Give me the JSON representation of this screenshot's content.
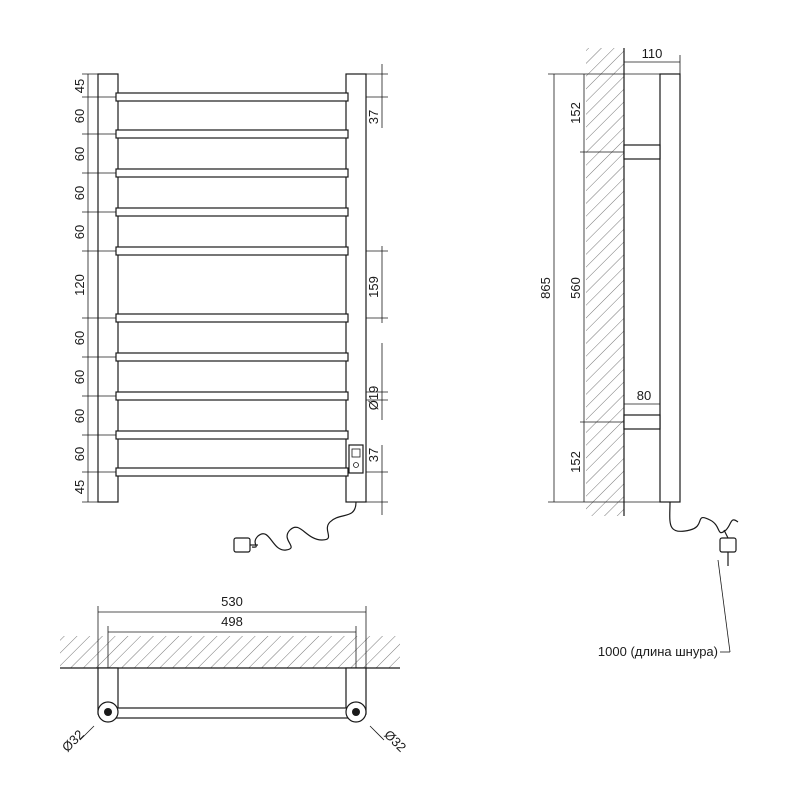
{
  "front_view": {
    "left_dims": [
      "45",
      "60",
      "60",
      "60",
      "60",
      "120",
      "60",
      "60",
      "60",
      "60",
      "45"
    ],
    "right_dims": {
      "top_offset": "37",
      "middle_gap": "159",
      "diameter": "Ø19",
      "bottom_offset": "37"
    }
  },
  "side_view": {
    "depth": "110",
    "total_height": "865",
    "top_offset": "152",
    "mount_distance": "560",
    "bottom_offset": "152",
    "bracket_depth": "80",
    "cord_note": "1000 (длина шнура)"
  },
  "top_view": {
    "outer_width": "530",
    "inner_width": "498",
    "left_diameter": "Ø32",
    "right_diameter": "Ø32"
  }
}
